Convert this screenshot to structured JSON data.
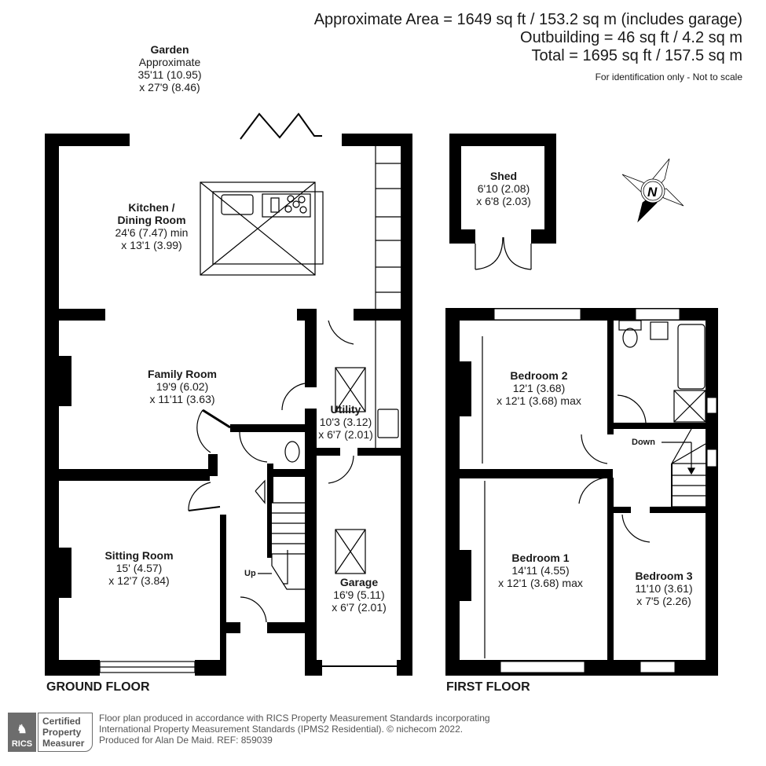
{
  "header": {
    "approx_area": "Approximate Area = 1649 sq ft / 153.2 sq m (includes garage)",
    "outbuilding": "Outbuilding = 46 sq ft / 4.2 sq m",
    "total": "Total = 1695 sq ft / 157.5 sq m",
    "disclaimer": "For identification only - Not to scale"
  },
  "garden": {
    "name": "Garden",
    "line1": "Approximate",
    "line2": "35'11 (10.95)",
    "line3": "x 27'9 (8.46)"
  },
  "ground_floor": {
    "title": "GROUND FLOOR",
    "stairs_label": "Up",
    "rooms": [
      {
        "name": "Kitchen /",
        "name2": "Dining Room",
        "dim1": "24'6 (7.47) min",
        "dim2": "x 13'1 (3.99)"
      },
      {
        "name": "Family Room",
        "dim1": "19'9 (6.02)",
        "dim2": "x 11'11 (3.63)"
      },
      {
        "name": "Utility",
        "dim1": "10'3 (3.12)",
        "dim2": "x 6'7 (2.01)"
      },
      {
        "name": "Sitting Room",
        "dim1": "15' (4.57)",
        "dim2": "x 12'7 (3.84)"
      },
      {
        "name": "Garage",
        "dim1": "16'9 (5.11)",
        "dim2": "x 6'7 (2.01)"
      }
    ]
  },
  "outbuilding": {
    "name": "Shed",
    "dim1": "6'10 (2.08)",
    "dim2": "x 6'8 (2.03)"
  },
  "compass": {
    "label": "N",
    "icon": "north-compass-icon"
  },
  "first_floor": {
    "title": "FIRST FLOOR",
    "stairs_label": "Down",
    "rooms": [
      {
        "name": "Bedroom 2",
        "dim1": "12'1 (3.68)",
        "dim2": "x 12'1 (3.68) max"
      },
      {
        "name": "Bedroom 1",
        "dim1": "14'11 (4.55)",
        "dim2": "x 12'1 (3.68) max"
      },
      {
        "name": "Bedroom 3",
        "dim1": "11'10 (3.61)",
        "dim2": "x 7'5 (2.26)"
      }
    ]
  },
  "footer": {
    "rics_logo": "RICS",
    "badge_line1": "Certified",
    "badge_line2": "Property",
    "badge_line3": "Measurer",
    "text_line1": "Floor plan produced in accordance with RICS Property Measurement Standards incorporating",
    "text_line2": "International Property Measurement Standards (IPMS2 Residential).   © nichecom 2022.",
    "text_line3": "Produced for Alan De Maid.   REF: 859039"
  },
  "colors": {
    "wall": "#000000",
    "background": "#ffffff",
    "badge_gray": "#6d6d6d"
  }
}
